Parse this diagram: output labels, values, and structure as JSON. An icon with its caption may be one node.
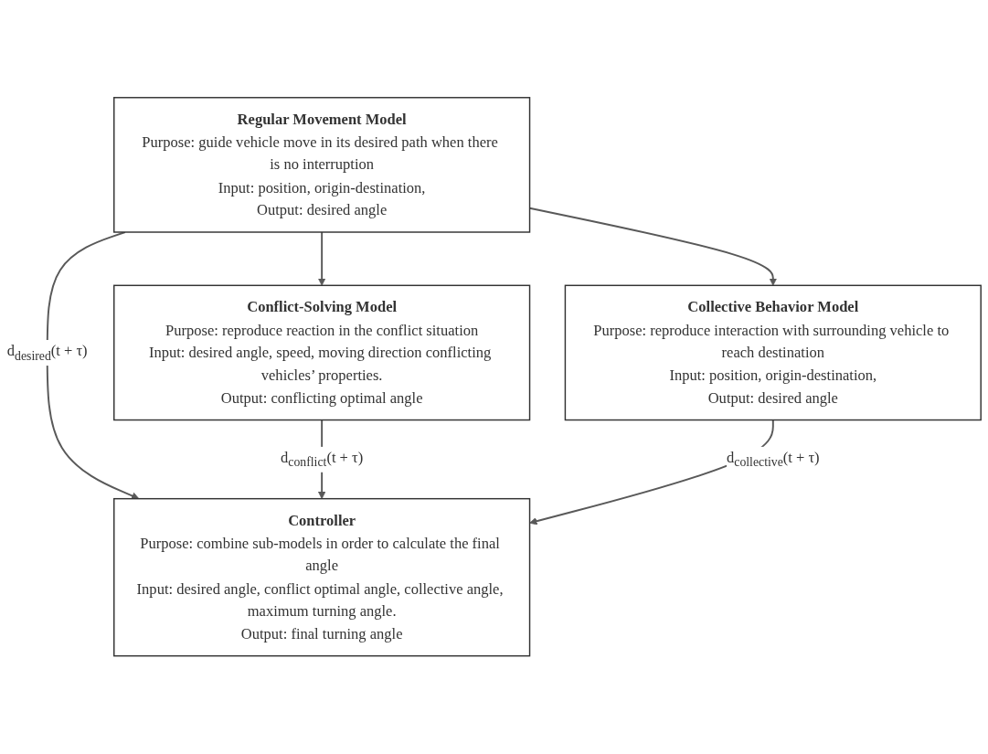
{
  "diagram": {
    "nodes": [
      {
        "text": [
          "Regular Movement Model",
          "Purpose: guide vehicle move in its desired path when there is no interruption",
          "Input: position, origin-destination,",
          "Output: desired angle"
        ]
      },
      {
        "text": [
          "Conflict-Solving Model",
          "Purpose: reproduce reaction in the conflict situation",
          "Input: desired angle, speed, moving direction conflicting vehicles’ properties.",
          "Output: conflicting optimal angle"
        ]
      },
      {
        "text": [
          "Collective Behavior Model",
          "Purpose: reproduce interaction with surrounding vehicle to reach destination",
          "Input: position, origin-destination,",
          "Output: desired angle"
        ]
      },
      {
        "text": [
          "Controller",
          "Purpose: combine sub-models in order to calculate the final angle",
          "Input: desired angle, conflict optimal angle, collective angle, maximum turning angle.",
          "Output: final turning angle"
        ]
      }
    ],
    "edges": [
      {
        "from": 0,
        "to": 1,
        "arrow": "to"
      },
      {
        "from": 0,
        "to": 3,
        "arrow": "to",
        "label": "d$_{desired}$(t + τ)"
      },
      {
        "from": 0,
        "to": 2,
        "arrow": "to"
      },
      {
        "from": 1,
        "to": 3,
        "arrow": "to",
        "label": "d$_{conflict}$(t + τ)"
      },
      {
        "from": 2,
        "to": 3,
        "arrow": "to",
        "label": "d$_{collective}$(t + τ)"
      }
    ]
  }
}
